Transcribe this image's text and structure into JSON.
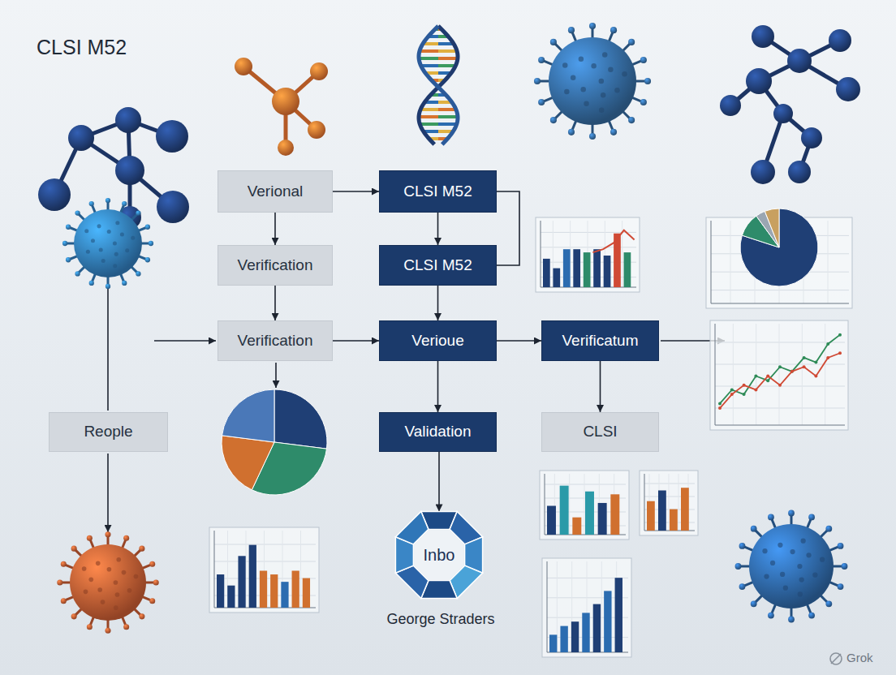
{
  "diagram": {
    "title": "CLSI M52",
    "nodes": [
      {
        "text": [
          "Verional"
        ]
      },
      {
        "text": [
          "CLSI M52"
        ]
      },
      {
        "text": [
          "Verification"
        ]
      },
      {
        "text": [
          "CLSI M52"
        ]
      },
      {
        "text": [
          "Verification"
        ]
      },
      {
        "text": [
          "Verioue"
        ]
      },
      {
        "text": [
          "Verificatum"
        ]
      },
      {
        "text": [
          "Reople"
        ]
      },
      {
        "text": [
          "Validation"
        ]
      },
      {
        "text": [
          "CLSI"
        ]
      },
      {
        "text": [
          "Inbo"
        ]
      }
    ],
    "edges": [
      {
        "from": 0,
        "to": 1,
        "arrow": "to"
      },
      {
        "from": 0,
        "to": 2,
        "arrow": "to"
      },
      {
        "from": 1,
        "to": 3,
        "arrow": "to"
      },
      {
        "from": 1,
        "to": 3,
        "arrow": "none"
      },
      {
        "from": 2,
        "to": 4,
        "arrow": "to"
      },
      {
        "from": 3,
        "to": 5,
        "arrow": "to"
      },
      {
        "from": 4,
        "to": 5,
        "arrow": "to"
      },
      {
        "from": 5,
        "to": 6,
        "arrow": "to"
      },
      {
        "from": 5,
        "to": 8,
        "arrow": "to"
      },
      {
        "from": 6,
        "to": 9,
        "arrow": "to"
      },
      {
        "from": 8,
        "to": 10,
        "arrow": "to"
      }
    ],
    "labels": [
      "George Straders",
      "Grok"
    ]
  }
}
